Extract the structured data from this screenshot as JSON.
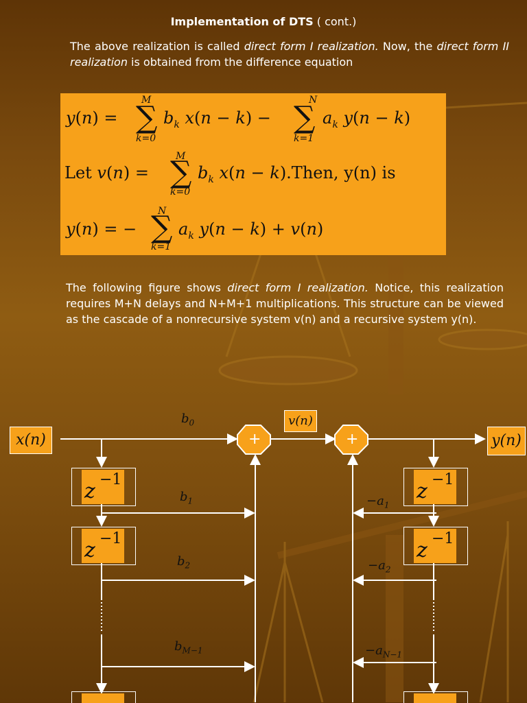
{
  "title": {
    "bold": "Implementation of DTS",
    "rest": " ( cont.)"
  },
  "intro": {
    "t1": "The above realization is called ",
    "i1": "direct form I realization.",
    "t2": " Now, the ",
    "i2": "direct form II realization",
    "t3": " is obtained from the difference equation"
  },
  "equations": {
    "eq1": "y(n) = Σ b_k x(n − k) − Σ a_k y(n − k), k = 0..M, k = 1..N",
    "eq2": "Let v(n) = Σ b_k x(n − k). Then, y(n) is",
    "eq3": "y(n) = − Σ a_k y(n − k) + v(n)"
  },
  "sym": {
    "M": "M",
    "N": "N",
    "k0": "k=0",
    "k1": "k=1",
    "sigma": "∑"
  },
  "body": {
    "t1": "The following figure shows ",
    "i1": "direct form I realization.",
    "t2": " Notice, this realization requires M+N delays and N+M+1 multiplications. This structure can be viewed as the cascade of a nonrecursive system v(n) and a recursive system y(n)."
  },
  "diagram": {
    "input": "x(n)",
    "output": "y(n)",
    "vnode": "v(n)",
    "adder": "+",
    "b": [
      "b",
      "b",
      "b",
      "b"
    ],
    "bsub": [
      "0",
      "1",
      "2",
      "M−1"
    ],
    "a": [
      "−a",
      "−a",
      "−a"
    ],
    "asub": [
      "1",
      "2",
      "N−1"
    ],
    "z": "z",
    "zexp": "−1"
  },
  "colors": {
    "accent": "#f7a11a",
    "background": "#7a4a0e"
  }
}
